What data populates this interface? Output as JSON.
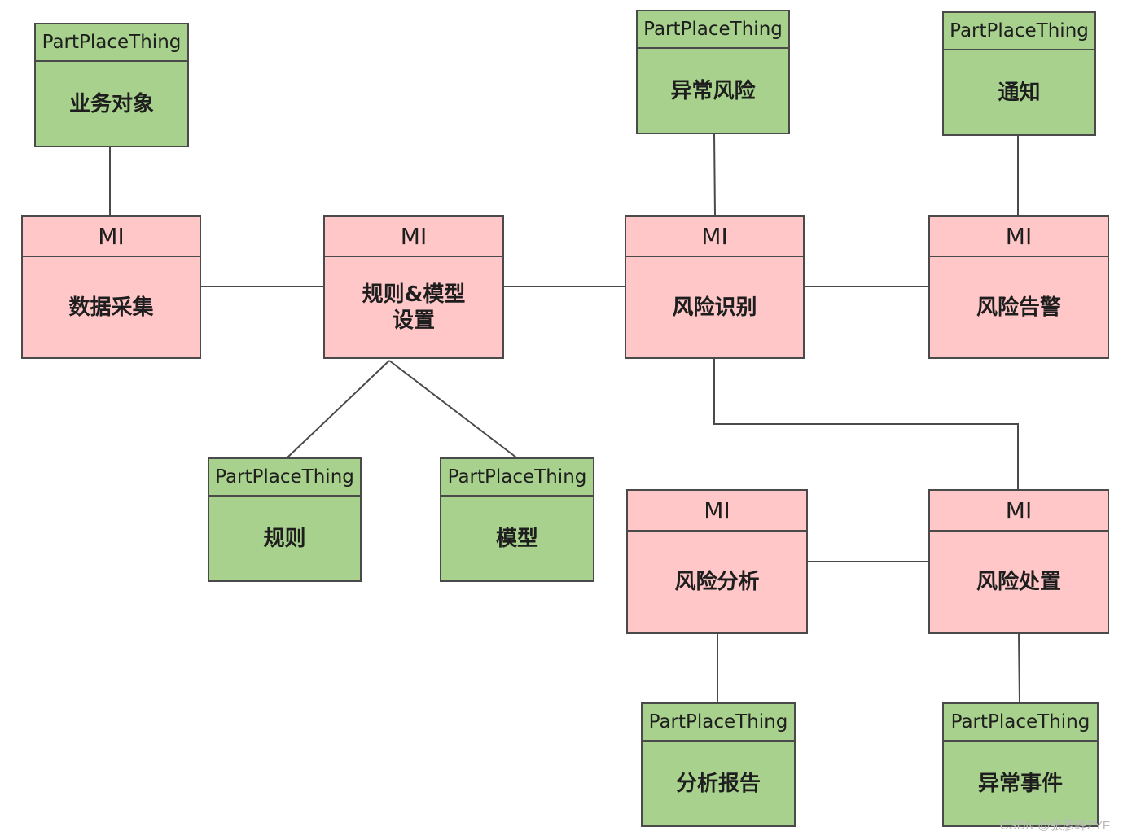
{
  "nodes": {
    "n_business_object": {
      "stereotype": "PartPlaceThing",
      "label": "业务对象"
    },
    "n_abnormal_risk": {
      "stereotype": "PartPlaceThing",
      "label": "异常风险"
    },
    "n_notice": {
      "stereotype": "PartPlaceThing",
      "label": "通知"
    },
    "n_data_collection": {
      "stereotype": "MI",
      "label": "数据采集"
    },
    "n_rule_model_setting": {
      "stereotype": "MI",
      "label": "规则&模型\n设置"
    },
    "n_risk_identification": {
      "stereotype": "MI",
      "label": "风险识别"
    },
    "n_risk_alarm": {
      "stereotype": "MI",
      "label": "风险告警"
    },
    "n_rule": {
      "stereotype": "PartPlaceThing",
      "label": "规则"
    },
    "n_model": {
      "stereotype": "PartPlaceThing",
      "label": "模型"
    },
    "n_risk_analysis": {
      "stereotype": "MI",
      "label": "风险分析"
    },
    "n_risk_disposal": {
      "stereotype": "MI",
      "label": "风险处置"
    },
    "n_analysis_report": {
      "stereotype": "PartPlaceThing",
      "label": "分析报告"
    },
    "n_abnormal_event": {
      "stereotype": "PartPlaceThing",
      "label": "异常事件"
    }
  },
  "colors": {
    "part_place_thing": "#a8d18d",
    "moment_interval": "#ffc7c8",
    "border": "#4a4a4a",
    "line": "#4a4a4a"
  },
  "watermark": "CSDN @张彦峰ZYF"
}
